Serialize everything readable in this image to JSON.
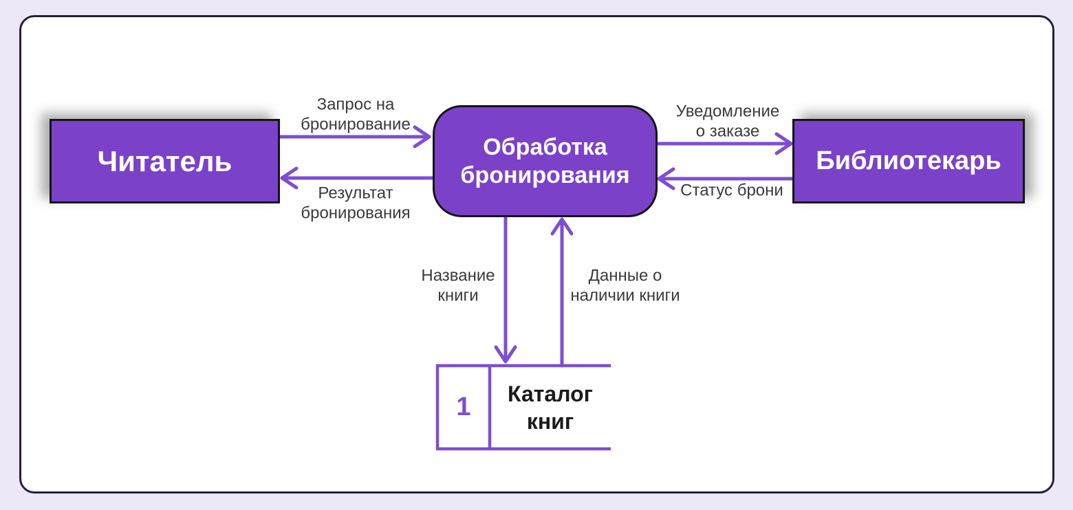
{
  "colors": {
    "background": "#EDE7F8",
    "canvas": "#FFFFFF",
    "canvas_border": "#262230",
    "entity_fill": "#7B42C9",
    "entity_border": "#141414",
    "entity_text": "#FFFFFF",
    "arrow": "#7E4ED2",
    "label_text": "#3A3A3A",
    "store_text": "#1B1B1B"
  },
  "diagram": {
    "entities": {
      "reader": {
        "label": "Читатель"
      },
      "librarian": {
        "label": "Библиотекарь"
      },
      "process": {
        "label": "Обработка\nбронирования"
      },
      "store": {
        "number": "1",
        "label": "Каталог\nкниг"
      }
    },
    "flows": {
      "request": "Запрос на\nбронирование",
      "result": "Результат\nбронирования",
      "notification": "Уведомление\nо заказе",
      "status": "Статус брони",
      "book_title": "Название\nкниги",
      "availability": "Данные о\nналичии книги"
    }
  }
}
